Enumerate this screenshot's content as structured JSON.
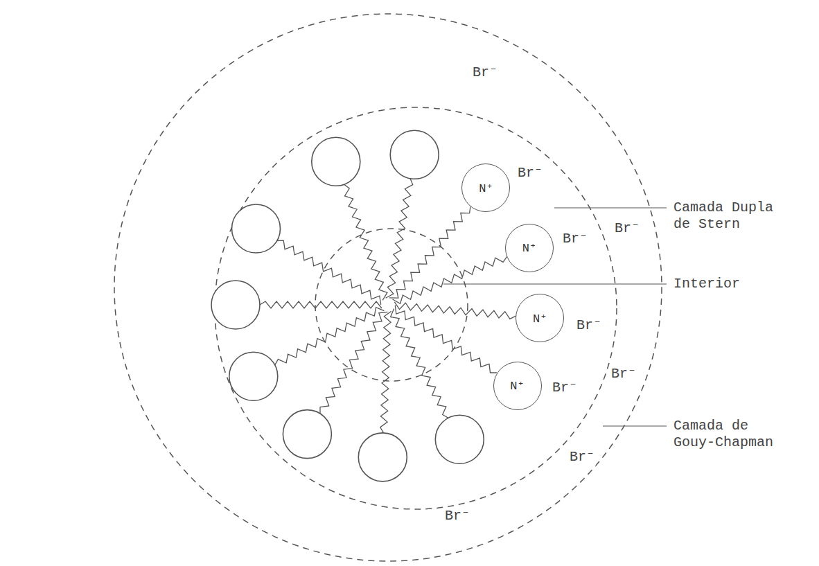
{
  "diagram": {
    "nodes": [
      {
        "text": [
          "N⁺"
        ]
      },
      {
        "text": [
          "N⁺"
        ]
      },
      {
        "text": [
          "N⁺"
        ]
      },
      {
        "text": [
          "N⁺"
        ]
      }
    ],
    "labels": [
      "Br⁻",
      "Br⁻",
      "Br⁻",
      "Br⁻",
      "Br⁻",
      "Br⁻",
      "Br⁻",
      "Br⁻",
      "Br⁻",
      "Camada Dupla de Stern",
      "Interior",
      "Camada de Gouy-Chapman"
    ]
  }
}
